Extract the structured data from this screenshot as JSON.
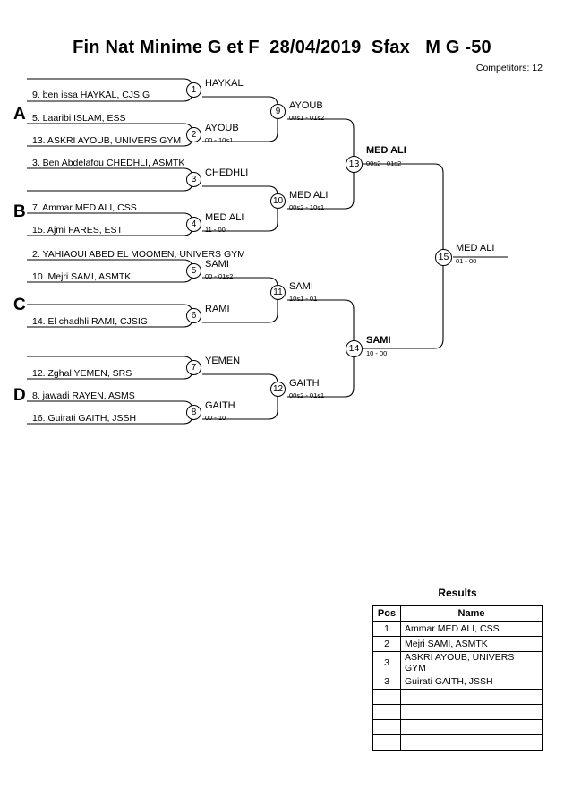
{
  "header": {
    "title": "Fin Nat Minime G et F  28/04/2019  Sfax   M G -50",
    "competitors": "Competitors: 12"
  },
  "groups": [
    {
      "label": "A"
    },
    {
      "label": "B"
    },
    {
      "label": "C"
    },
    {
      "label": "D"
    }
  ],
  "seeds": [
    {
      "label": "9. ben issa HAYKAL, CJSIG"
    },
    {
      "label": "5. Laaribi ISLAM, ESS"
    },
    {
      "label": "13. ASKRI AYOUB, UNIVERS GYM"
    },
    {
      "label": "3. Ben Abdelafou CHEDHLI, ASMTK"
    },
    {
      "label": "7. Ammar MED ALI, CSS"
    },
    {
      "label": "15. Ajmi FARES, EST"
    },
    {
      "label": "2. YAHIAOUI ABED EL MOOMEN, UNIVERS GYM"
    },
    {
      "label": "10. Mejri SAMI, ASMTK"
    },
    {
      "label": "14. El chadhli RAMI, CJSIG"
    },
    {
      "label": "12. Zghal YEMEN, SRS"
    },
    {
      "label": "8. jawadi RAYEN, ASMS"
    },
    {
      "label": "16. Guirati GAITH, JSSH"
    }
  ],
  "matches": [
    {
      "num": "1",
      "winner": "HAYKAL",
      "score": ""
    },
    {
      "num": "2",
      "winner": "AYOUB",
      "score": "00 - 10s1"
    },
    {
      "num": "3",
      "winner": "CHEDHLI",
      "score": ""
    },
    {
      "num": "4",
      "winner": "MED ALI",
      "score": "11 - 00"
    },
    {
      "num": "5",
      "winner": "SAMI",
      "score": "00 - 01s2"
    },
    {
      "num": "6",
      "winner": "RAMI",
      "score": ""
    },
    {
      "num": "7",
      "winner": "YEMEN",
      "score": ""
    },
    {
      "num": "8",
      "winner": "GAITH",
      "score": "00 - 10"
    },
    {
      "num": "9",
      "winner": "AYOUB",
      "score": "00s1 - 01s2"
    },
    {
      "num": "10",
      "winner": "MED ALI",
      "score": "00s2 - 10s1"
    },
    {
      "num": "11",
      "winner": "SAMI",
      "score": "10s1 - 01"
    },
    {
      "num": "12",
      "winner": "GAITH",
      "score": "00s2 - 01s1"
    },
    {
      "num": "13",
      "winner": "MED ALI",
      "score": "00s2 - 01s2"
    },
    {
      "num": "14",
      "winner": "SAMI",
      "score": "10 - 00"
    },
    {
      "num": "15",
      "winner": "MED ALI",
      "score": "01 - 00"
    }
  ],
  "results": {
    "title": "Results",
    "columns": [
      "Pos",
      "Name"
    ],
    "rows": [
      {
        "pos": "1",
        "name": "Ammar MED ALI, CSS"
      },
      {
        "pos": "2",
        "name": "Mejri SAMI, ASMTK"
      },
      {
        "pos": "3",
        "name": "ASKRI AYOUB, UNIVERS GYM"
      },
      {
        "pos": "3",
        "name": "Guirati GAITH, JSSH"
      },
      {
        "pos": "",
        "name": ""
      },
      {
        "pos": "",
        "name": ""
      },
      {
        "pos": "",
        "name": ""
      },
      {
        "pos": "",
        "name": ""
      }
    ]
  }
}
